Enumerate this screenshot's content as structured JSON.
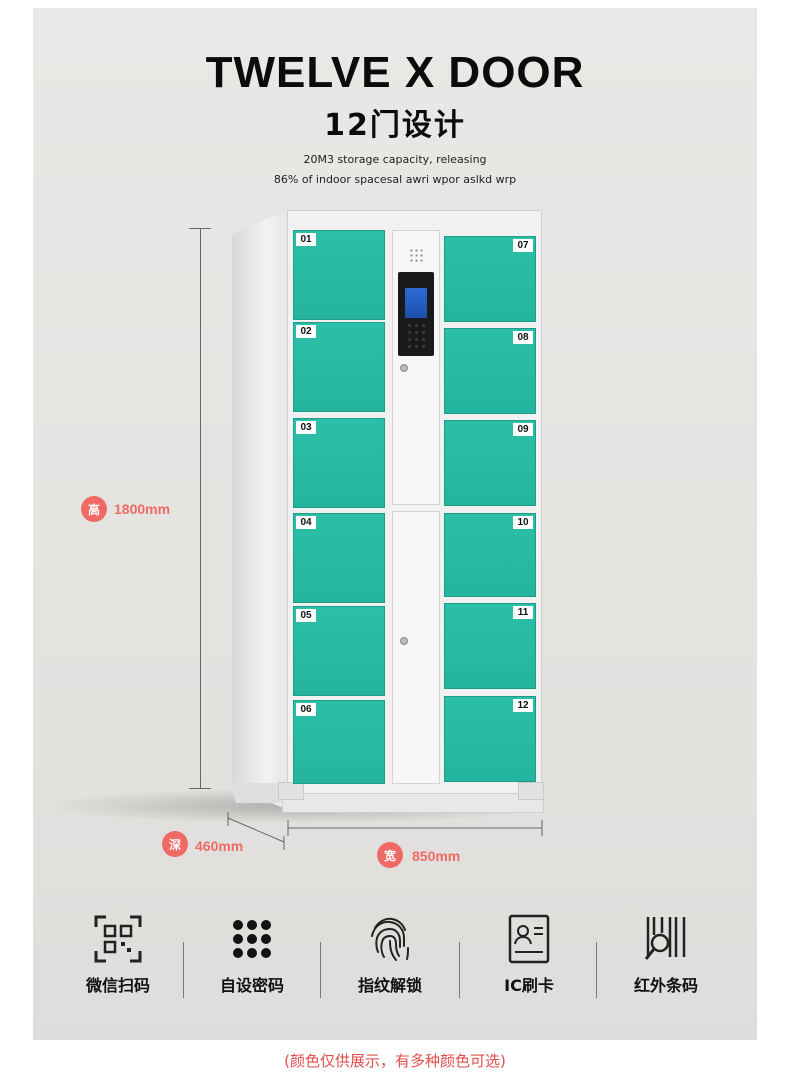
{
  "header": {
    "title": "TWELVE X DOOR",
    "subtitle": "12门设计",
    "desc_line1": "20M3 storage capacity, releasing",
    "desc_line2": "86% of indoor spacesal awri wpor aslkd wrp"
  },
  "dimensions": {
    "height_badge": "高",
    "height_value": "1800mm",
    "depth_badge": "深",
    "depth_value": "460mm",
    "width_badge": "宽",
    "width_value": "850mm"
  },
  "doors_left": [
    "01",
    "02",
    "03",
    "04",
    "05",
    "06"
  ],
  "doors_right": [
    "07",
    "08",
    "09",
    "10",
    "11",
    "12"
  ],
  "colors": {
    "door": "#2bbfa8",
    "accent": "#ef6a64",
    "footnote": "#e24f4b"
  },
  "features": [
    {
      "icon": "qr-scan-icon",
      "label": "微信扫码"
    },
    {
      "icon": "keypad-icon",
      "label": "自设密码"
    },
    {
      "icon": "fingerprint-icon",
      "label": "指纹解锁"
    },
    {
      "icon": "id-card-icon",
      "label": "IC刷卡"
    },
    {
      "icon": "barcode-scan-icon",
      "label": "红外条码"
    }
  ],
  "footnote": "(颜色仅供展示，有多种颜色可选)"
}
